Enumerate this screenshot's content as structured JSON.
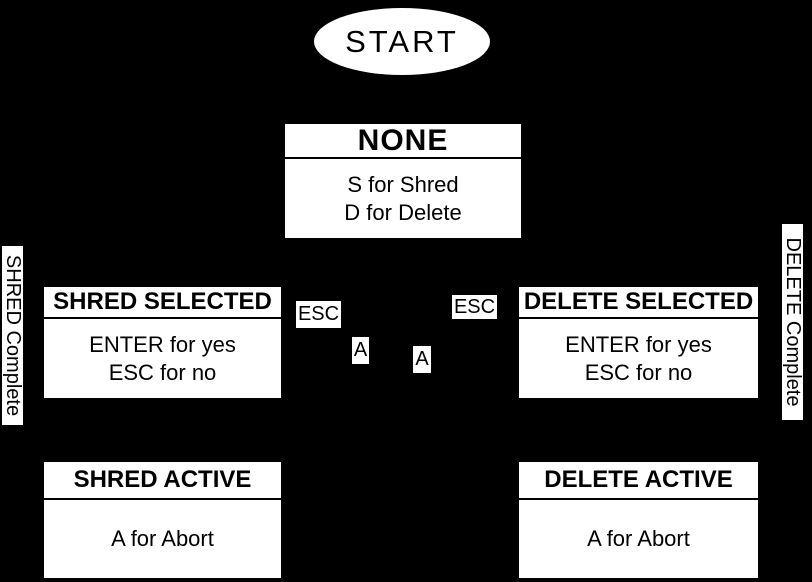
{
  "colors": {
    "background": "#000000",
    "node_fill": "#ffffff",
    "text": "#000000"
  },
  "start": {
    "label": "START"
  },
  "nodes": {
    "none": {
      "title": "NONE",
      "lines": [
        "S for Shred",
        "D for Delete"
      ]
    },
    "shred_selected": {
      "title": "SHRED SELECTED",
      "lines": [
        "ENTER for yes",
        "ESC for no"
      ]
    },
    "delete_selected": {
      "title": "DELETE SELECTED",
      "lines": [
        "ENTER for yes",
        "ESC for no"
      ]
    },
    "shred_active": {
      "title": "SHRED ACTIVE",
      "lines": [
        "A for Abort"
      ]
    },
    "delete_active": {
      "title": "DELETE ACTIVE",
      "lines": [
        "A for Abort"
      ]
    }
  },
  "edge_labels": {
    "esc_left": "ESC",
    "esc_right": "ESC",
    "abort_left": "A",
    "abort_right": "A"
  },
  "side_labels": {
    "left": "SHRED Complete",
    "right": "DELETE Complete"
  }
}
